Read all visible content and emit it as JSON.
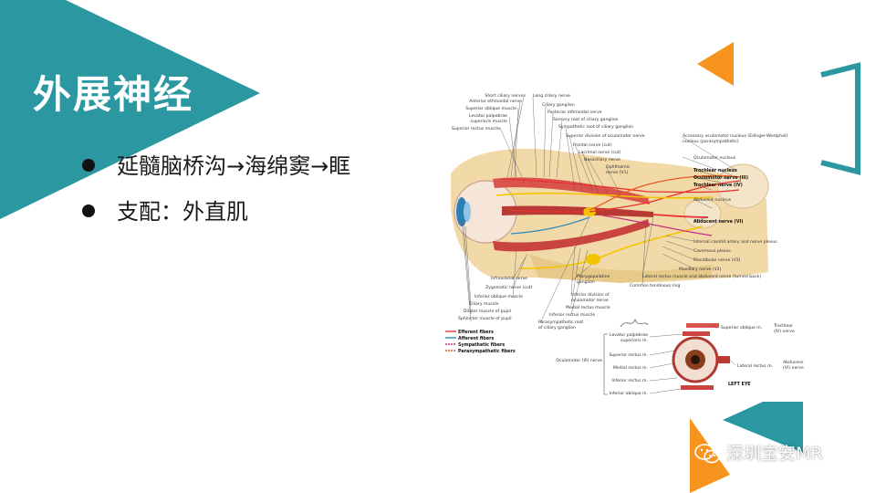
{
  "slide": {
    "title": "外展神经",
    "bullets": [
      {
        "text": "延髓脑桥沟→海绵窦→眶"
      },
      {
        "text": "支配：外直肌"
      }
    ]
  },
  "colors": {
    "teal": "#2A97A1",
    "orange": "#F7941D",
    "efferent": "#E8322E",
    "afferent": "#2E8BC0",
    "sympathetic": "#C8327A",
    "parasympathetic": "#E85A1E"
  },
  "figure": {
    "left_labels": [
      "Short ciliary nerves",
      "Anterior ethmoidal nerve",
      "Superior oblique muscle",
      "Levator palpebrae",
      "superioris muscle",
      "Superior rectus muscle"
    ],
    "top_labels": [
      "Long ciliary nerve",
      "Ciliary ganglion",
      "Posterior ethmoidal nerve",
      "Sensory root of ciliary ganglion",
      "Sympathetic root of ciliary ganglion",
      "Superior division of oculomotor nerve",
      "Frontal nerve (cut)",
      "Lacrimal nerve (cut)",
      "Nasociliary nerve",
      "Ophthalmic",
      "nerve (V1)"
    ],
    "right_labels": [
      "Accessory oculomotor nucleus (Edinger-Westphal)",
      "nucleus (parasympathetic)",
      "Oculomotor nucleus",
      "Trochlear nucleus",
      "Oculomotor nerve (III)",
      "Trochlear nerve (IV)",
      "Abducent nucleus",
      "Abducent nerve (VI)",
      "Internal carotid artery and nerve plexus",
      "Cavernous plexus",
      "Mandibular nerve (V3)",
      "Maxillary nerve (V2)",
      "Lateral rectus muscle and abducent nerve (turned back)",
      "Common tendinous ring"
    ],
    "bottom_labels": [
      "Infraorbital nerve",
      "Zygomatic nerve (cut)",
      "Inferior oblique muscle",
      "Ciliary muscle",
      "Dilator muscle of pupil",
      "Sphincter muscle of pupil",
      "Pterygopalatine",
      "ganglion",
      "Inferior division of",
      "oculomotor nerve",
      "Medial rectus muscle",
      "Inferior rectus muscle",
      "Parasympathetic root",
      "of ciliary ganglion"
    ],
    "legend": [
      "Efferent fibers",
      "Afferent fibers",
      "Sympathetic fibers",
      "Parasympathetic fibers"
    ],
    "inset": {
      "oculomotor": "Oculomotor (III) nerve",
      "muscles": [
        "Levator palpebrae",
        "superioris m.",
        "Superior rectus m.",
        "Medial rectus m.",
        "Inferior rectus m.",
        "Inferior oblique m."
      ],
      "superior_oblique": "Superior oblique m.",
      "trochlear": "Trochlear",
      "trochlear2": "(IV) nerve",
      "lateral_rectus": "Lateral rectus m.",
      "abducens": "Abducens",
      "abducens2": "(VI) nerve",
      "caption": "LEFT EYE"
    }
  },
  "watermark": {
    "text": "深圳宝安MR",
    "icon": "wechat-icon"
  }
}
